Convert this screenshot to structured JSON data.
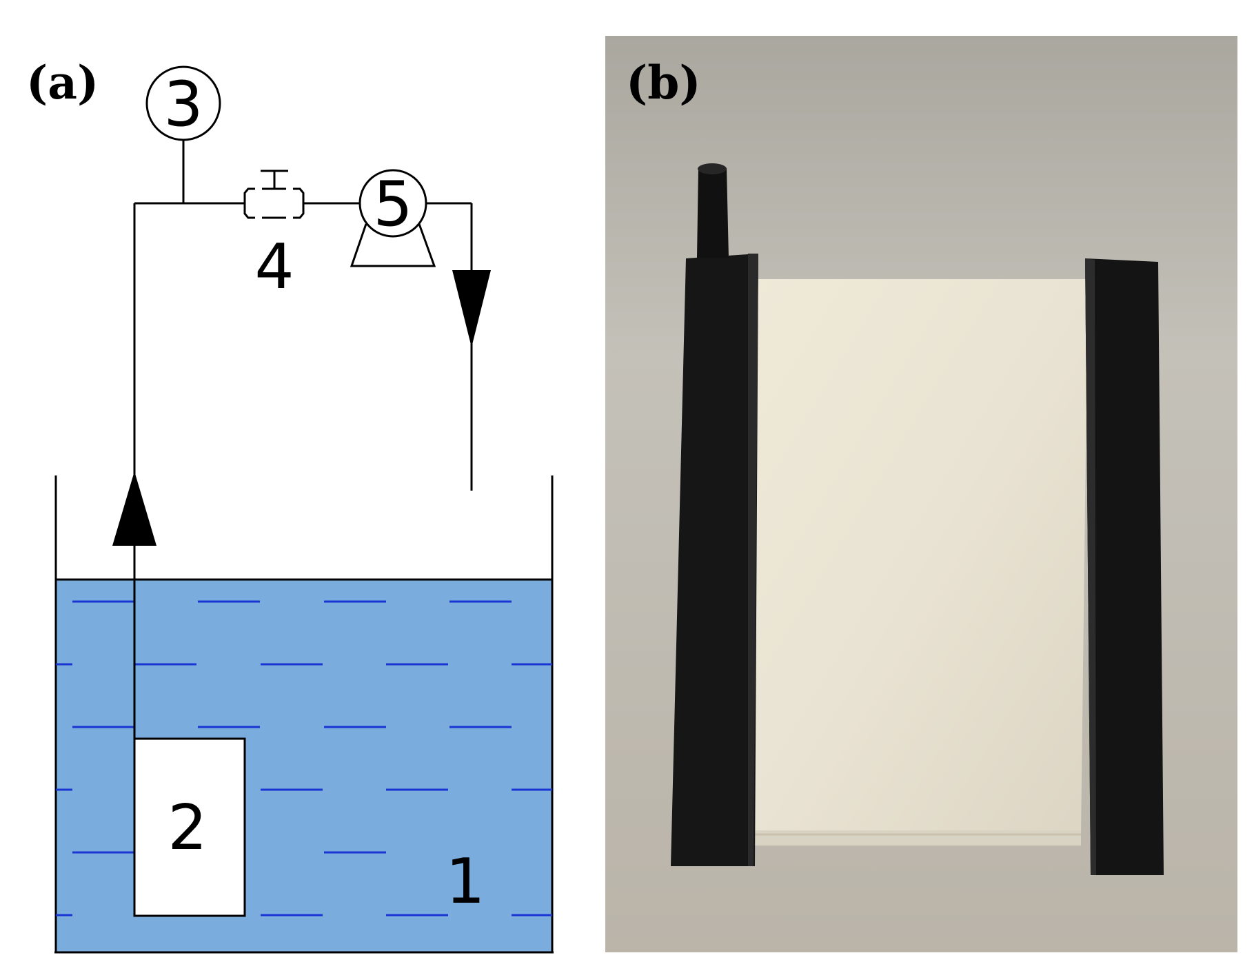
{
  "panel_a": {
    "label": "(a)",
    "component_labels": {
      "tank": "1",
      "module": "2",
      "gauge": "3",
      "valve": "4",
      "pump": "5"
    }
  },
  "panel_b": {
    "label": "(b)"
  },
  "colors": {
    "water": "#7aaddd",
    "water_dash": "#1a35d4",
    "line": "#000000",
    "photo_background": "#bdb8af",
    "frame": "#161616",
    "membrane": "#e8e2d3"
  }
}
